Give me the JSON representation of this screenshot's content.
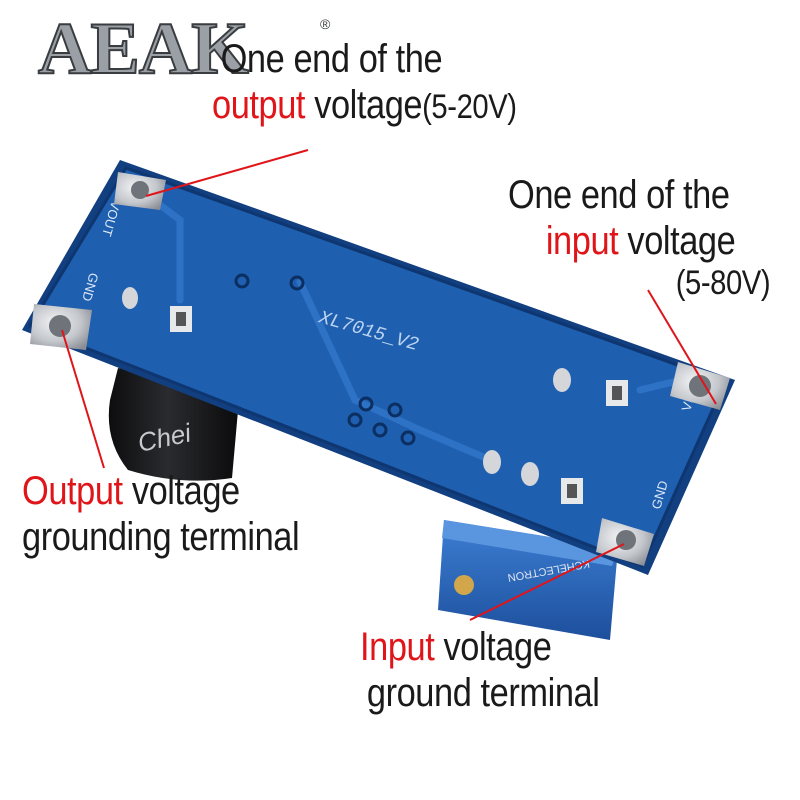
{
  "brand": {
    "logo_text": "AEAK",
    "registered_mark": "®"
  },
  "board": {
    "model_label": "XL7015_V2",
    "pads": {
      "vout": "VOUT",
      "gnd_left": "GND",
      "vin": "VIN",
      "gnd_right": "GND"
    },
    "component_labels": {
      "capacitor_brand": "Chei",
      "potentiometer_brand": "KCHELECTRON"
    },
    "colors": {
      "pcb": "#1f5fb0",
      "pcb_dark": "#123f80",
      "pad": "#c9ccd0",
      "trace": "#2e72c6"
    }
  },
  "annotations": {
    "output_end": {
      "line1": "One end of the",
      "highlight": "output",
      "rest": " voltage",
      "range": "(5-20V)"
    },
    "input_end": {
      "line1": "One end of the",
      "highlight": "input",
      "rest": " voltage",
      "range": "(5-80V)"
    },
    "output_ground": {
      "highlight": "Output",
      "rest": " voltage",
      "line2": "grounding terminal"
    },
    "input_ground": {
      "highlight": "Input",
      "rest": " voltage",
      "line2": "ground terminal"
    },
    "colors": {
      "highlight": "#e0151a",
      "text": "#1a1a1a",
      "leader_line": "#e0151a"
    }
  }
}
